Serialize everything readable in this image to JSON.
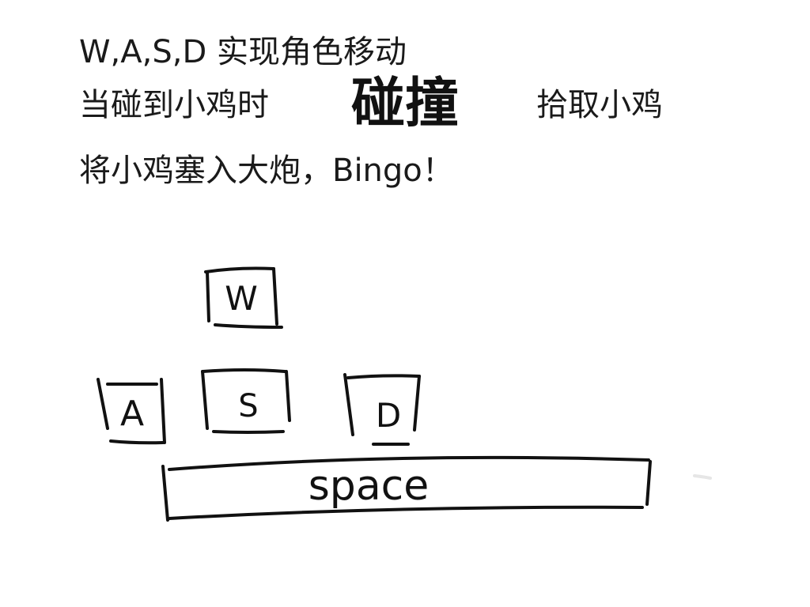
{
  "instructions": {
    "line1": "W,A,S,D 实现角色移动",
    "line2_prefix": "当碰到小鸡时",
    "line2_emphasis": "碰撞",
    "line2_suffix": "拾取小鸡",
    "line3": "将小鸡塞入大炮，Bingo！"
  },
  "keys": {
    "w": "W",
    "a": "A",
    "s": "S",
    "d": "D",
    "space": "space"
  }
}
